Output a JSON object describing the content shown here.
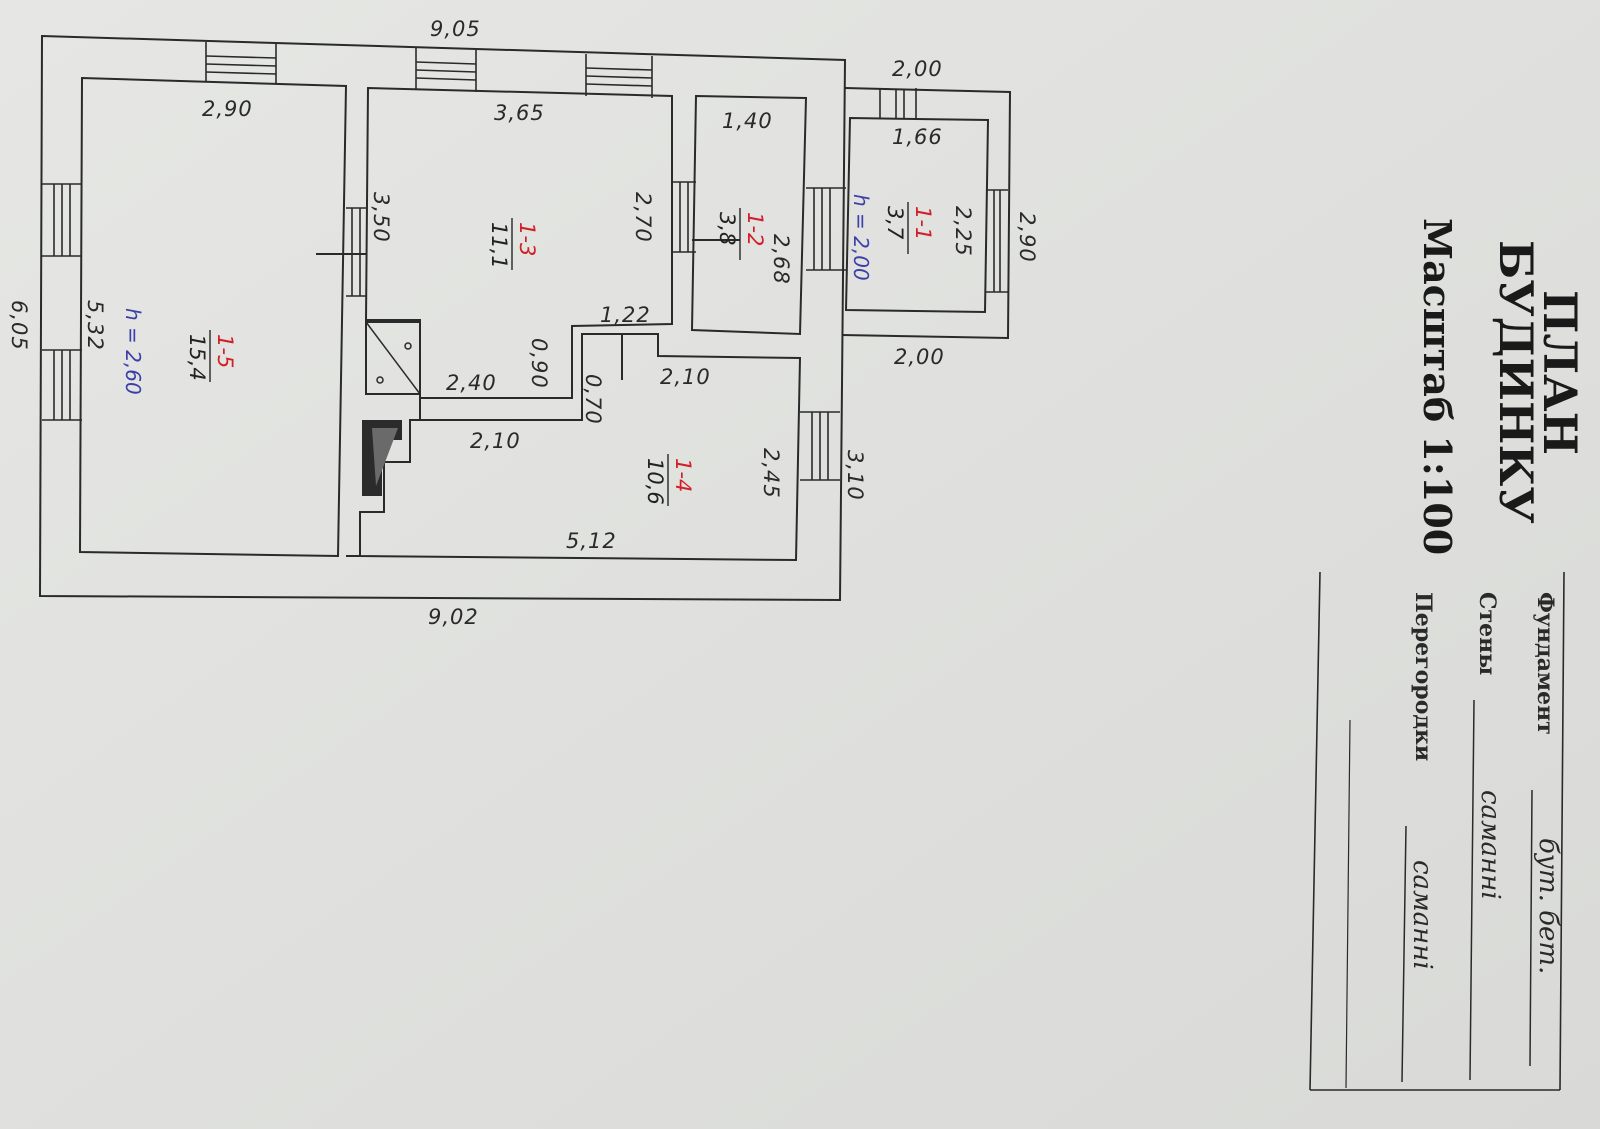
{
  "title_block": {
    "title_line1": "ПЛАН",
    "title_line2": "БУДИНКУ",
    "scale": "Масштаб 1:100",
    "rows": [
      {
        "label": "Фундамент",
        "value": "бут. бет."
      },
      {
        "label": "Стены",
        "value": "саманні"
      },
      {
        "label": "Перегородки",
        "value": "саманні"
      }
    ]
  },
  "dimensions": {
    "outer_top": "9,05",
    "outer_bottom": "9,02",
    "outer_left": "6,05",
    "annex_top": "2,00",
    "annex_bottom": "2,00",
    "annex_right": "2,90",
    "right_lower": "3,10",
    "r15_top": "2,90",
    "r15_side": "5,32",
    "r13_top": "3,65",
    "r13_left": "3,50",
    "r13_right": "2,70",
    "r13_step_v": "0,90",
    "r13_step_h": "2,40",
    "r12_top": "1,40",
    "r12_side": "2,68",
    "r11_top": "1,66",
    "r11_side": "2,25",
    "notch": "1,22",
    "r14_top": "2,10",
    "r14_step": "0,70",
    "r14_left": "2,10",
    "r14_right": "2,45",
    "r14_bottom": "5,12"
  },
  "rooms": [
    {
      "id": "1-5",
      "area": "15,4",
      "height": "h = 2,60"
    },
    {
      "id": "1-3",
      "area": "11,1"
    },
    {
      "id": "1-2",
      "area": "3,8"
    },
    {
      "id": "1-1",
      "area": "3,7",
      "height": "h = 2,00"
    },
    {
      "id": "1-4",
      "area": "10,6"
    }
  ]
}
